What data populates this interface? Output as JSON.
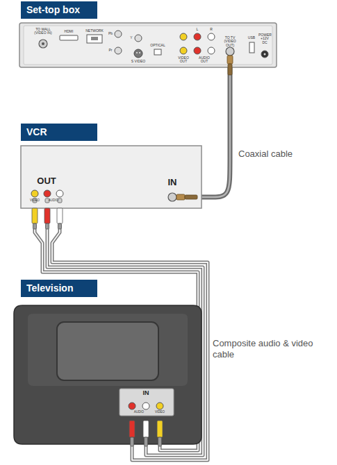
{
  "diagram": {
    "nodes": [
      {
        "text": [
          "Set-top box"
        ]
      },
      {
        "text": [
          "VCR"
        ]
      },
      {
        "text": [
          "Television"
        ]
      }
    ],
    "edges": [
      {
        "from": 0,
        "to": 1,
        "label": "Coaxial cable",
        "arrow": "none"
      },
      {
        "from": 1,
        "to": 2,
        "label": "Composite audio & video cable",
        "arrow": "none"
      }
    ],
    "labels": [
      "TO WALL (VIDEO IN)",
      "HDMI",
      "NETWORK",
      "Pb",
      "Pr",
      "Y",
      "S VIDEO",
      "OPTICAL",
      "L",
      "R",
      "VIDEO OUT",
      "AUDIO OUT",
      "TO TV (VIDEO OUT)",
      "USB",
      "POWER +12V DC",
      "OUT",
      "IN",
      "VIDEO",
      "AUDIO",
      "IN",
      "AUDIO",
      "VIDEO"
    ]
  }
}
